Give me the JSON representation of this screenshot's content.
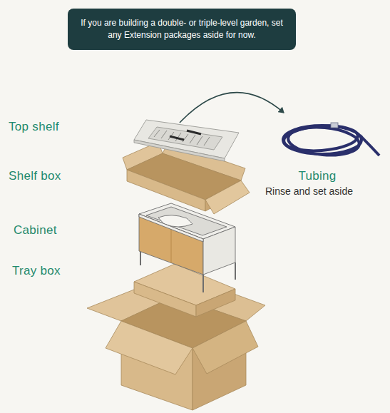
{
  "diagram": {
    "nodes": [
      {
        "text": [
          "If you are building a double- or triple-level garden, set any Extension packages aside for now."
        ]
      }
    ],
    "labels": [
      "Top shelf",
      "Shelf box",
      "Cabinet",
      "Tray box",
      "Tubing",
      "Rinse and set aside"
    ]
  }
}
